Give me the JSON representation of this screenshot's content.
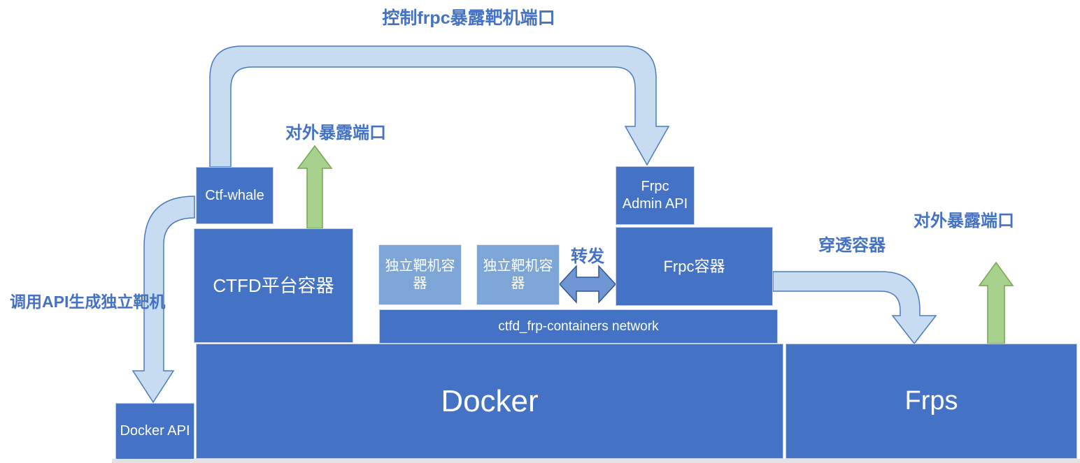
{
  "diagram": {
    "labels": {
      "control_frpc": "控制frpc暴露靶机端口",
      "expose_port_left": "对外暴露端口",
      "call_api": "调用API生成独立靶机",
      "forward": "转发",
      "penetrate_container": "穿透容器",
      "expose_port_right": "对外暴露端口"
    },
    "nodes": {
      "ctf_whale": "Ctf-whale",
      "ctfd_platform": "CTFD平台容器",
      "target_container_1": "独立靶机容器",
      "target_container_2": "独立靶机容器",
      "frpc_admin_api": "Frpc Admin API",
      "frpc_container": "Frpc容器",
      "network": "ctfd_frp-containers network",
      "docker": "Docker",
      "frps": "Frps",
      "docker_api": "Docker API"
    },
    "colors": {
      "node-blue": "#4472C4",
      "node-light-blue": "#7DA6D6",
      "arrow-light-fill": "#C7DCF0",
      "arrow-light-stroke": "#4A7BBE",
      "arrow-green-fill": "#A9D18E",
      "arrow-green-stroke": "#72A84F",
      "arrow-double-fill": "#6F96D3",
      "arrow-double-stroke": "#2F5597",
      "label-blue": "#4472C4"
    }
  }
}
